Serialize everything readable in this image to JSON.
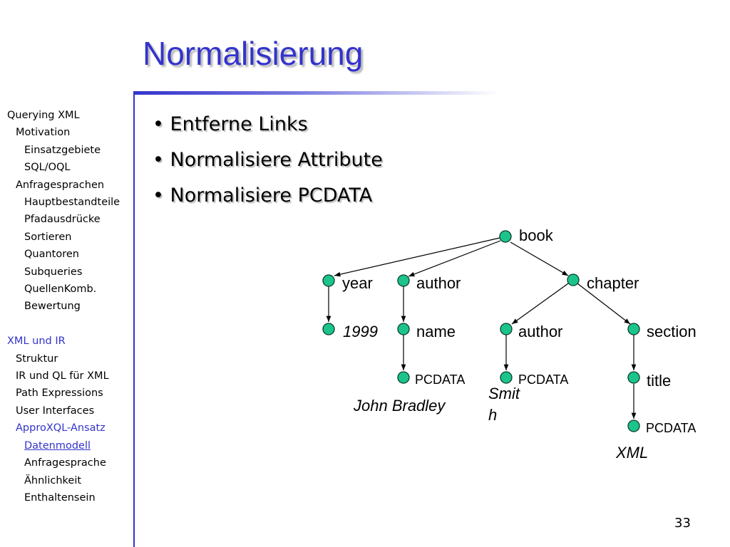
{
  "slide": {
    "title": "Normalisierung",
    "page_number": "33"
  },
  "outline": [
    {
      "label": "Querying XML",
      "level": 0,
      "state": "normal"
    },
    {
      "label": "Motivation",
      "level": 1,
      "state": "normal"
    },
    {
      "label": "Einsatzgebiete",
      "level": 2,
      "state": "normal"
    },
    {
      "label": "SQL/OQL",
      "level": 2,
      "state": "normal"
    },
    {
      "label": "Anfragesprachen",
      "level": 1,
      "state": "normal"
    },
    {
      "label": "Hauptbestandteile",
      "level": 2,
      "state": "normal"
    },
    {
      "label": "Pfadausdrücke",
      "level": 2,
      "state": "normal"
    },
    {
      "label": "Sortieren",
      "level": 2,
      "state": "normal"
    },
    {
      "label": "Quantoren",
      "level": 2,
      "state": "normal"
    },
    {
      "label": "Subqueries",
      "level": 2,
      "state": "normal"
    },
    {
      "label": "QuellenKomb.",
      "level": 2,
      "state": "normal"
    },
    {
      "label": "Bewertung",
      "level": 2,
      "state": "normal"
    },
    {
      "label": "XML und IR",
      "level": 0,
      "state": "active",
      "gap": true
    },
    {
      "label": "Struktur",
      "level": 1,
      "state": "normal"
    },
    {
      "label": "IR und QL für XML",
      "level": 1,
      "state": "normal"
    },
    {
      "label": "Path Expressions",
      "level": 1,
      "state": "normal"
    },
    {
      "label": "User Interfaces",
      "level": 1,
      "state": "normal"
    },
    {
      "label": "ApproXQL-Ansatz",
      "level": 1,
      "state": "active"
    },
    {
      "label": "Datenmodell",
      "level": 2,
      "state": "current"
    },
    {
      "label": "Anfragesprache",
      "level": 2,
      "state": "normal"
    },
    {
      "label": "Ähnlichkeit",
      "level": 2,
      "state": "normal"
    },
    {
      "label": "Enthaltensein",
      "level": 2,
      "state": "normal"
    }
  ],
  "bullets": [
    "Entferne Links",
    "Normalisiere Attribute",
    "Normalisiere PCDATA"
  ],
  "tree": {
    "nodes": {
      "book": "book",
      "year": "year",
      "author1": "author",
      "chapter": "chapter",
      "year_value": "",
      "name": "name",
      "author2": "author",
      "section": "section",
      "pcdata_name": "PCDATA",
      "pcdata_author": "PCDATA",
      "title": "title",
      "pcdata_title": "PCDATA"
    },
    "values": {
      "year": "1999",
      "name": "John Bradley",
      "author_line1": "Smit",
      "author_line2": "h",
      "title": "XML"
    }
  }
}
